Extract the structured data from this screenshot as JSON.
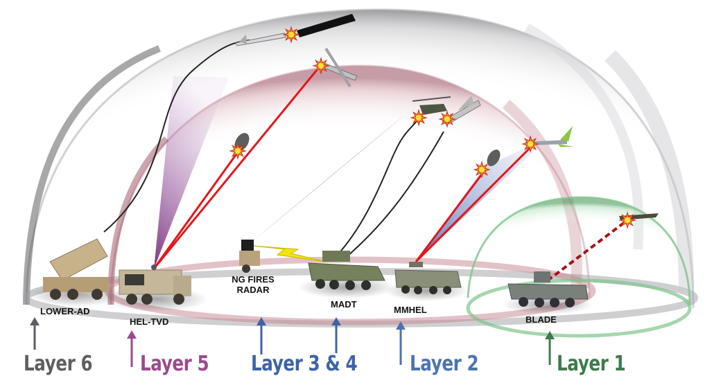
{
  "colors": {
    "layer6": "#5e5e62",
    "layer5": "#9a4a8e",
    "layer3_4": "#3d63a6",
    "layer2": "#4c73b0",
    "layer1": "#3e7a4c",
    "laser_red": "#e4161b",
    "laser_cone_purple": "#8a2d8f",
    "radar_cone_blue": "#2f4fa0",
    "dome_gray": "#8c8c90",
    "dome_red": "#b86a78",
    "dome_green": "#7fc48c"
  },
  "systems": [
    {
      "id": "lower-ad",
      "label": "LOWER-AD"
    },
    {
      "id": "hel-tvd",
      "label": "HEL-TVD"
    },
    {
      "id": "ng-fires-radar",
      "label_line1": "NG FIRES",
      "label_line2": "RADAR"
    },
    {
      "id": "madt",
      "label": "MADT"
    },
    {
      "id": "mmhel",
      "label": "MMHEL"
    },
    {
      "id": "blade",
      "label": "BLADE"
    }
  ],
  "layers": [
    {
      "id": "layer6",
      "label": "Layer 6"
    },
    {
      "id": "layer5",
      "label": "Layer 5"
    },
    {
      "id": "layer3-4",
      "label": "Layer 3 & 4"
    },
    {
      "id": "layer2",
      "label": "Layer 2"
    },
    {
      "id": "layer1",
      "label": "Layer 1"
    }
  ],
  "threats": [
    "cruise-missile",
    "large-missile",
    "uav-drone",
    "mortar-round",
    "helicopter",
    "fighter-jet",
    "mortar-round-2",
    "cruise-missile-2",
    "small-uav"
  ]
}
